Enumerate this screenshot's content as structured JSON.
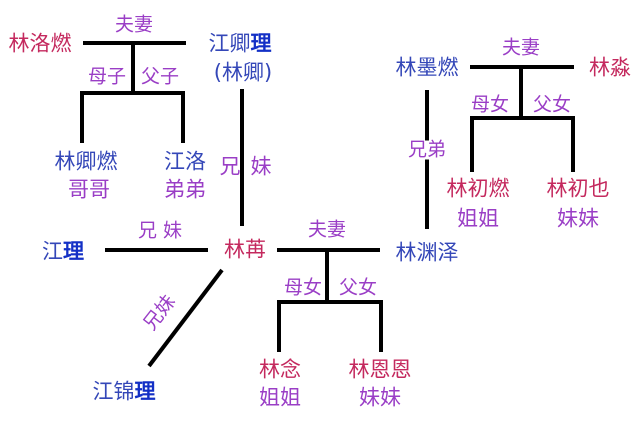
{
  "colors": {
    "female": "#c4295e",
    "male": "#3447b8",
    "relation": "#9a3ec6",
    "line": "#000000"
  },
  "people": {
    "lin_luoran": "林洛燃",
    "jiang_qingli_a": "江卿",
    "jiang_qingli_b": "理",
    "jiang_qingli_alias": "(林卿)",
    "lin_qingran": "林卿燃",
    "lin_qingran_role": "哥哥",
    "jiang_luo": "江洛",
    "jiang_luo_role": "弟弟",
    "jiang_li_a": "江",
    "jiang_li_b": "理",
    "lin_ran": "林苒",
    "jiang_jinli_a": "江锦",
    "jiang_jinli_b": "理",
    "lin_nian": "林念",
    "lin_nian_role": "姐姐",
    "lin_enen": "林恩恩",
    "lin_enen_role": "妹妹",
    "lin_yuanze": "林渊泽",
    "lin_moran": "林墨燃",
    "lin_miao": "林淼",
    "lin_churan": "林初燃",
    "lin_churan_role": "姐姐",
    "lin_chuye": "林初也",
    "lin_chuye_role": "妹妹"
  },
  "relations": {
    "couple1": "夫妻",
    "mother_son": "母子",
    "father_son": "父子",
    "sibling_v_a": "兄",
    "sibling_v_b": "妹",
    "sibling_h": "兄 妹",
    "sibling_diag": "兄妹",
    "couple2": "夫妻",
    "mother_daughter2": "母女",
    "father_daughter2": "父女",
    "couple3": "夫妻",
    "mother_daughter3": "母女",
    "father_daughter3": "父女",
    "brothers": "兄弟"
  }
}
